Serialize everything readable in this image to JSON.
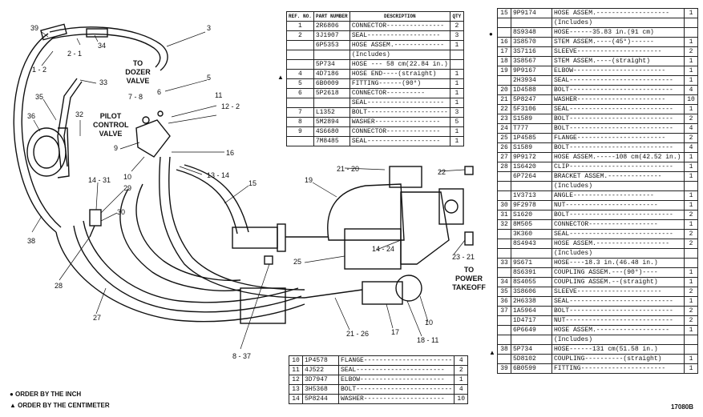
{
  "callouts": [
    {
      "id": "c39",
      "text": "39"
    },
    {
      "id": "c2_1",
      "text": "2 - 1"
    },
    {
      "id": "c34",
      "text": "34"
    },
    {
      "id": "c3",
      "text": "3"
    },
    {
      "id": "c1_2",
      "text": "1 - 2"
    },
    {
      "id": "c33",
      "text": "33"
    },
    {
      "id": "c5",
      "text": "5"
    },
    {
      "id": "c35",
      "text": "35"
    },
    {
      "id": "c7_8",
      "text": "7 - 8"
    },
    {
      "id": "c6",
      "text": "6"
    },
    {
      "id": "c11",
      "text": "11"
    },
    {
      "id": "c12_2",
      "text": "12 - 2"
    },
    {
      "id": "c32",
      "text": "32"
    },
    {
      "id": "c36",
      "text": "36"
    },
    {
      "id": "c9",
      "text": "9"
    },
    {
      "id": "c16",
      "text": "16"
    },
    {
      "id": "c10",
      "text": "10"
    },
    {
      "id": "c13_14",
      "text": "13 - 14"
    },
    {
      "id": "c14_31",
      "text": "14 - 31"
    },
    {
      "id": "c29",
      "text": "29"
    },
    {
      "id": "c15",
      "text": "15"
    },
    {
      "id": "c30",
      "text": "30"
    },
    {
      "id": "c38",
      "text": "38"
    },
    {
      "id": "c28",
      "text": "28"
    },
    {
      "id": "c27",
      "text": "27"
    },
    {
      "id": "c19",
      "text": "19"
    },
    {
      "id": "c21_20",
      "text": "21 - 20"
    },
    {
      "id": "c22",
      "text": "22"
    },
    {
      "id": "c25",
      "text": "25"
    },
    {
      "id": "c14_24",
      "text": "14 - 24"
    },
    {
      "id": "c23_21",
      "text": "23 - 21"
    },
    {
      "id": "c21_26",
      "text": "21 - 26"
    },
    {
      "id": "c17",
      "text": "17"
    },
    {
      "id": "c18_11",
      "text": "18 - 11"
    },
    {
      "id": "c10b",
      "text": "10"
    },
    {
      "id": "c8_37",
      "text": "8 - 37"
    }
  ],
  "notes": {
    "to_dozer": [
      "TO",
      "DOZER",
      "VALVE"
    ],
    "pilot": [
      "PILOT",
      "CONTROL",
      "VALVE"
    ],
    "to_pto": [
      "TO",
      "POWER",
      "TAKEOFF"
    ]
  },
  "headers": {
    "ref": "REF. NO.",
    "part": "PART NUMBER",
    "desc": "DESCRIPTION",
    "qty": "QTY"
  },
  "table_top": [
    {
      "ref": "1",
      "pn": "2R6806",
      "desc": "CONNECTOR---------------",
      "qty": "2"
    },
    {
      "ref": "2",
      "pn": "3J1907",
      "desc": "SEAL-------------------",
      "qty": "3"
    },
    {
      "ref": "",
      "pn": "6P5353",
      "desc": "HOSE ASSEM.-------------",
      "qty": "1"
    },
    {
      "ref": "",
      "pn": "",
      "desc": "(Includes)",
      "qty": ""
    },
    {
      "ref": "",
      "pn": "5P734",
      "desc": "HOSE --- 58 cm(22.84 in.)",
      "qty": ""
    },
    {
      "ref": "4",
      "pn": "4D7186",
      "desc": "HOSE END----(straight)",
      "qty": "1"
    },
    {
      "ref": "5",
      "pn": "6B0009",
      "desc": "FITTING------(90°)",
      "qty": "1"
    },
    {
      "ref": "6",
      "pn": "5P2618",
      "desc": "CONNECTOR----------",
      "qty": "1"
    },
    {
      "ref": "",
      "pn": "",
      "desc": "SEAL--------------------",
      "qty": "1"
    },
    {
      "ref": "7",
      "pn": "L1352",
      "desc": "BOLT---------------------",
      "qty": "3"
    },
    {
      "ref": "8",
      "pn": "5M2894",
      "desc": "WASHER-----------------",
      "qty": "5"
    },
    {
      "ref": "9",
      "pn": "4S6680",
      "desc": "CONNECTOR--------------",
      "qty": "1"
    },
    {
      "ref": "",
      "pn": "7M8485",
      "desc": "SEAL-------------------",
      "qty": "1"
    }
  ],
  "table_bottom": [
    {
      "ref": "10",
      "pn": "1P4578",
      "desc": "FLANGE-----------------------",
      "qty": "4"
    },
    {
      "ref": "11",
      "pn": "4J522",
      "desc": "SEAL-----------------------",
      "qty": "2"
    },
    {
      "ref": "12",
      "pn": "3D7947",
      "desc": "ELBOW----------------------",
      "qty": "1"
    },
    {
      "ref": "13",
      "pn": "3H5368",
      "desc": "BOLT-------------------------",
      "qty": "4"
    },
    {
      "ref": "14",
      "pn": "5P8244",
      "desc": "WASHER---------------------",
      "qty": "10"
    }
  ],
  "table_right": [
    {
      "ref": "15",
      "pn": "9P9174",
      "desc": "HOSE ASSEM.-------------------",
      "qty": "1"
    },
    {
      "ref": "",
      "pn": "",
      "desc": "(Includes)",
      "qty": ""
    },
    {
      "ref": "",
      "pn": "8S9348",
      "desc": "HOSE------35.83 in.(91 cm)",
      "qty": ""
    },
    {
      "ref": "16",
      "pn": "3S8570",
      "desc": "STEM ASSEM.----(45°)------",
      "qty": "1"
    },
    {
      "ref": "17",
      "pn": "3S7116",
      "desc": "SLEEVE----------------------",
      "qty": "2"
    },
    {
      "ref": "18",
      "pn": "3S8567",
      "desc": "STEM ASSEM.----(straight)",
      "qty": "1"
    },
    {
      "ref": "19",
      "pn": "9P9167",
      "desc": "ELBOW------------------------",
      "qty": "1"
    },
    {
      "ref": "",
      "pn": "2H3934",
      "desc": "SEAL---------------------------",
      "qty": "1"
    },
    {
      "ref": "20",
      "pn": "1D4588",
      "desc": "BOLT---------------------------",
      "qty": "4"
    },
    {
      "ref": "21",
      "pn": "5P8247",
      "desc": "WASHER-----------------------",
      "qty": "10"
    },
    {
      "ref": "22",
      "pn": "5F3106",
      "desc": "SEAL---------------------------",
      "qty": "1"
    },
    {
      "ref": "23",
      "pn": "S1589",
      "desc": "BOLT---------------------------",
      "qty": "2"
    },
    {
      "ref": "24",
      "pn": "T777",
      "desc": "BOLT---------------------------",
      "qty": "4"
    },
    {
      "ref": "25",
      "pn": "1P4585",
      "desc": "FLANGE-----------------------",
      "qty": "2"
    },
    {
      "ref": "26",
      "pn": "S1589",
      "desc": "BOLT---------------------------",
      "qty": "4"
    },
    {
      "ref": "27",
      "pn": "9P9172",
      "desc": "HOSE ASSEM.-----108 cm(42.52 in.)",
      "qty": "1"
    },
    {
      "ref": "28",
      "pn": "1S6420",
      "desc": "CLIP---------------------------",
      "qty": "1"
    },
    {
      "ref": "",
      "pn": "6P7264",
      "desc": "BRACKET ASSEM.--------------",
      "qty": "1"
    },
    {
      "ref": "",
      "pn": "",
      "desc": "(Includes)",
      "qty": ""
    },
    {
      "ref": "",
      "pn": "1V3713",
      "desc": "ANGLE---------------------",
      "qty": "1"
    },
    {
      "ref": "30",
      "pn": "9F2978",
      "desc": "NUT------------------------",
      "qty": "1"
    },
    {
      "ref": "31",
      "pn": "S1620",
      "desc": "BOLT---------------------------",
      "qty": "2"
    },
    {
      "ref": "32",
      "pn": "8M505",
      "desc": "CONNECTOR------------------",
      "qty": "1"
    },
    {
      "ref": "",
      "pn": "3K360",
      "desc": "SEAL---------------------------",
      "qty": "2"
    },
    {
      "ref": "",
      "pn": "8S4943",
      "desc": "HOSE ASSEM.-------------------",
      "qty": "2"
    },
    {
      "ref": "",
      "pn": "",
      "desc": "(Includes)",
      "qty": ""
    },
    {
      "ref": "33",
      "pn": "9S671",
      "desc": "HOSE----18.3 in.(46.48 in.)",
      "qty": ""
    },
    {
      "ref": "",
      "pn": "8S6391",
      "desc": "COUPLING ASSEM.---(90°)----",
      "qty": "1"
    },
    {
      "ref": "34",
      "pn": "8S4055",
      "desc": "COUPLING ASSEM.--(straight)",
      "qty": "1"
    },
    {
      "ref": "35",
      "pn": "3S8606",
      "desc": "SLEEVE----------------------",
      "qty": "2"
    },
    {
      "ref": "36",
      "pn": "2H6338",
      "desc": "SEAL---------------------------",
      "qty": "1"
    },
    {
      "ref": "37",
      "pn": "1A5964",
      "desc": "BOLT---------------------------",
      "qty": "2"
    },
    {
      "ref": "",
      "pn": "1D4717",
      "desc": "NUT----------------------------",
      "qty": "2"
    },
    {
      "ref": "",
      "pn": "6P6649",
      "desc": "HOSE ASSEM.-------------------",
      "qty": "1"
    },
    {
      "ref": "",
      "pn": "",
      "desc": "(Includes)",
      "qty": ""
    },
    {
      "ref": "38",
      "pn": "5P734",
      "desc": "HOSE------131 cm(51.58 in.)",
      "qty": ""
    },
    {
      "ref": "",
      "pn": "5D8102",
      "desc": "COUPLING----------(straight)",
      "qty": "1"
    },
    {
      "ref": "39",
      "pn": "6B0599",
      "desc": "FITTING----------------------",
      "qty": "1"
    }
  ],
  "legend": {
    "inch": "● ORDER BY THE INCH",
    "cm": "▲ ORDER BY THE CENTIMETER"
  },
  "figure_number": "17080B"
}
